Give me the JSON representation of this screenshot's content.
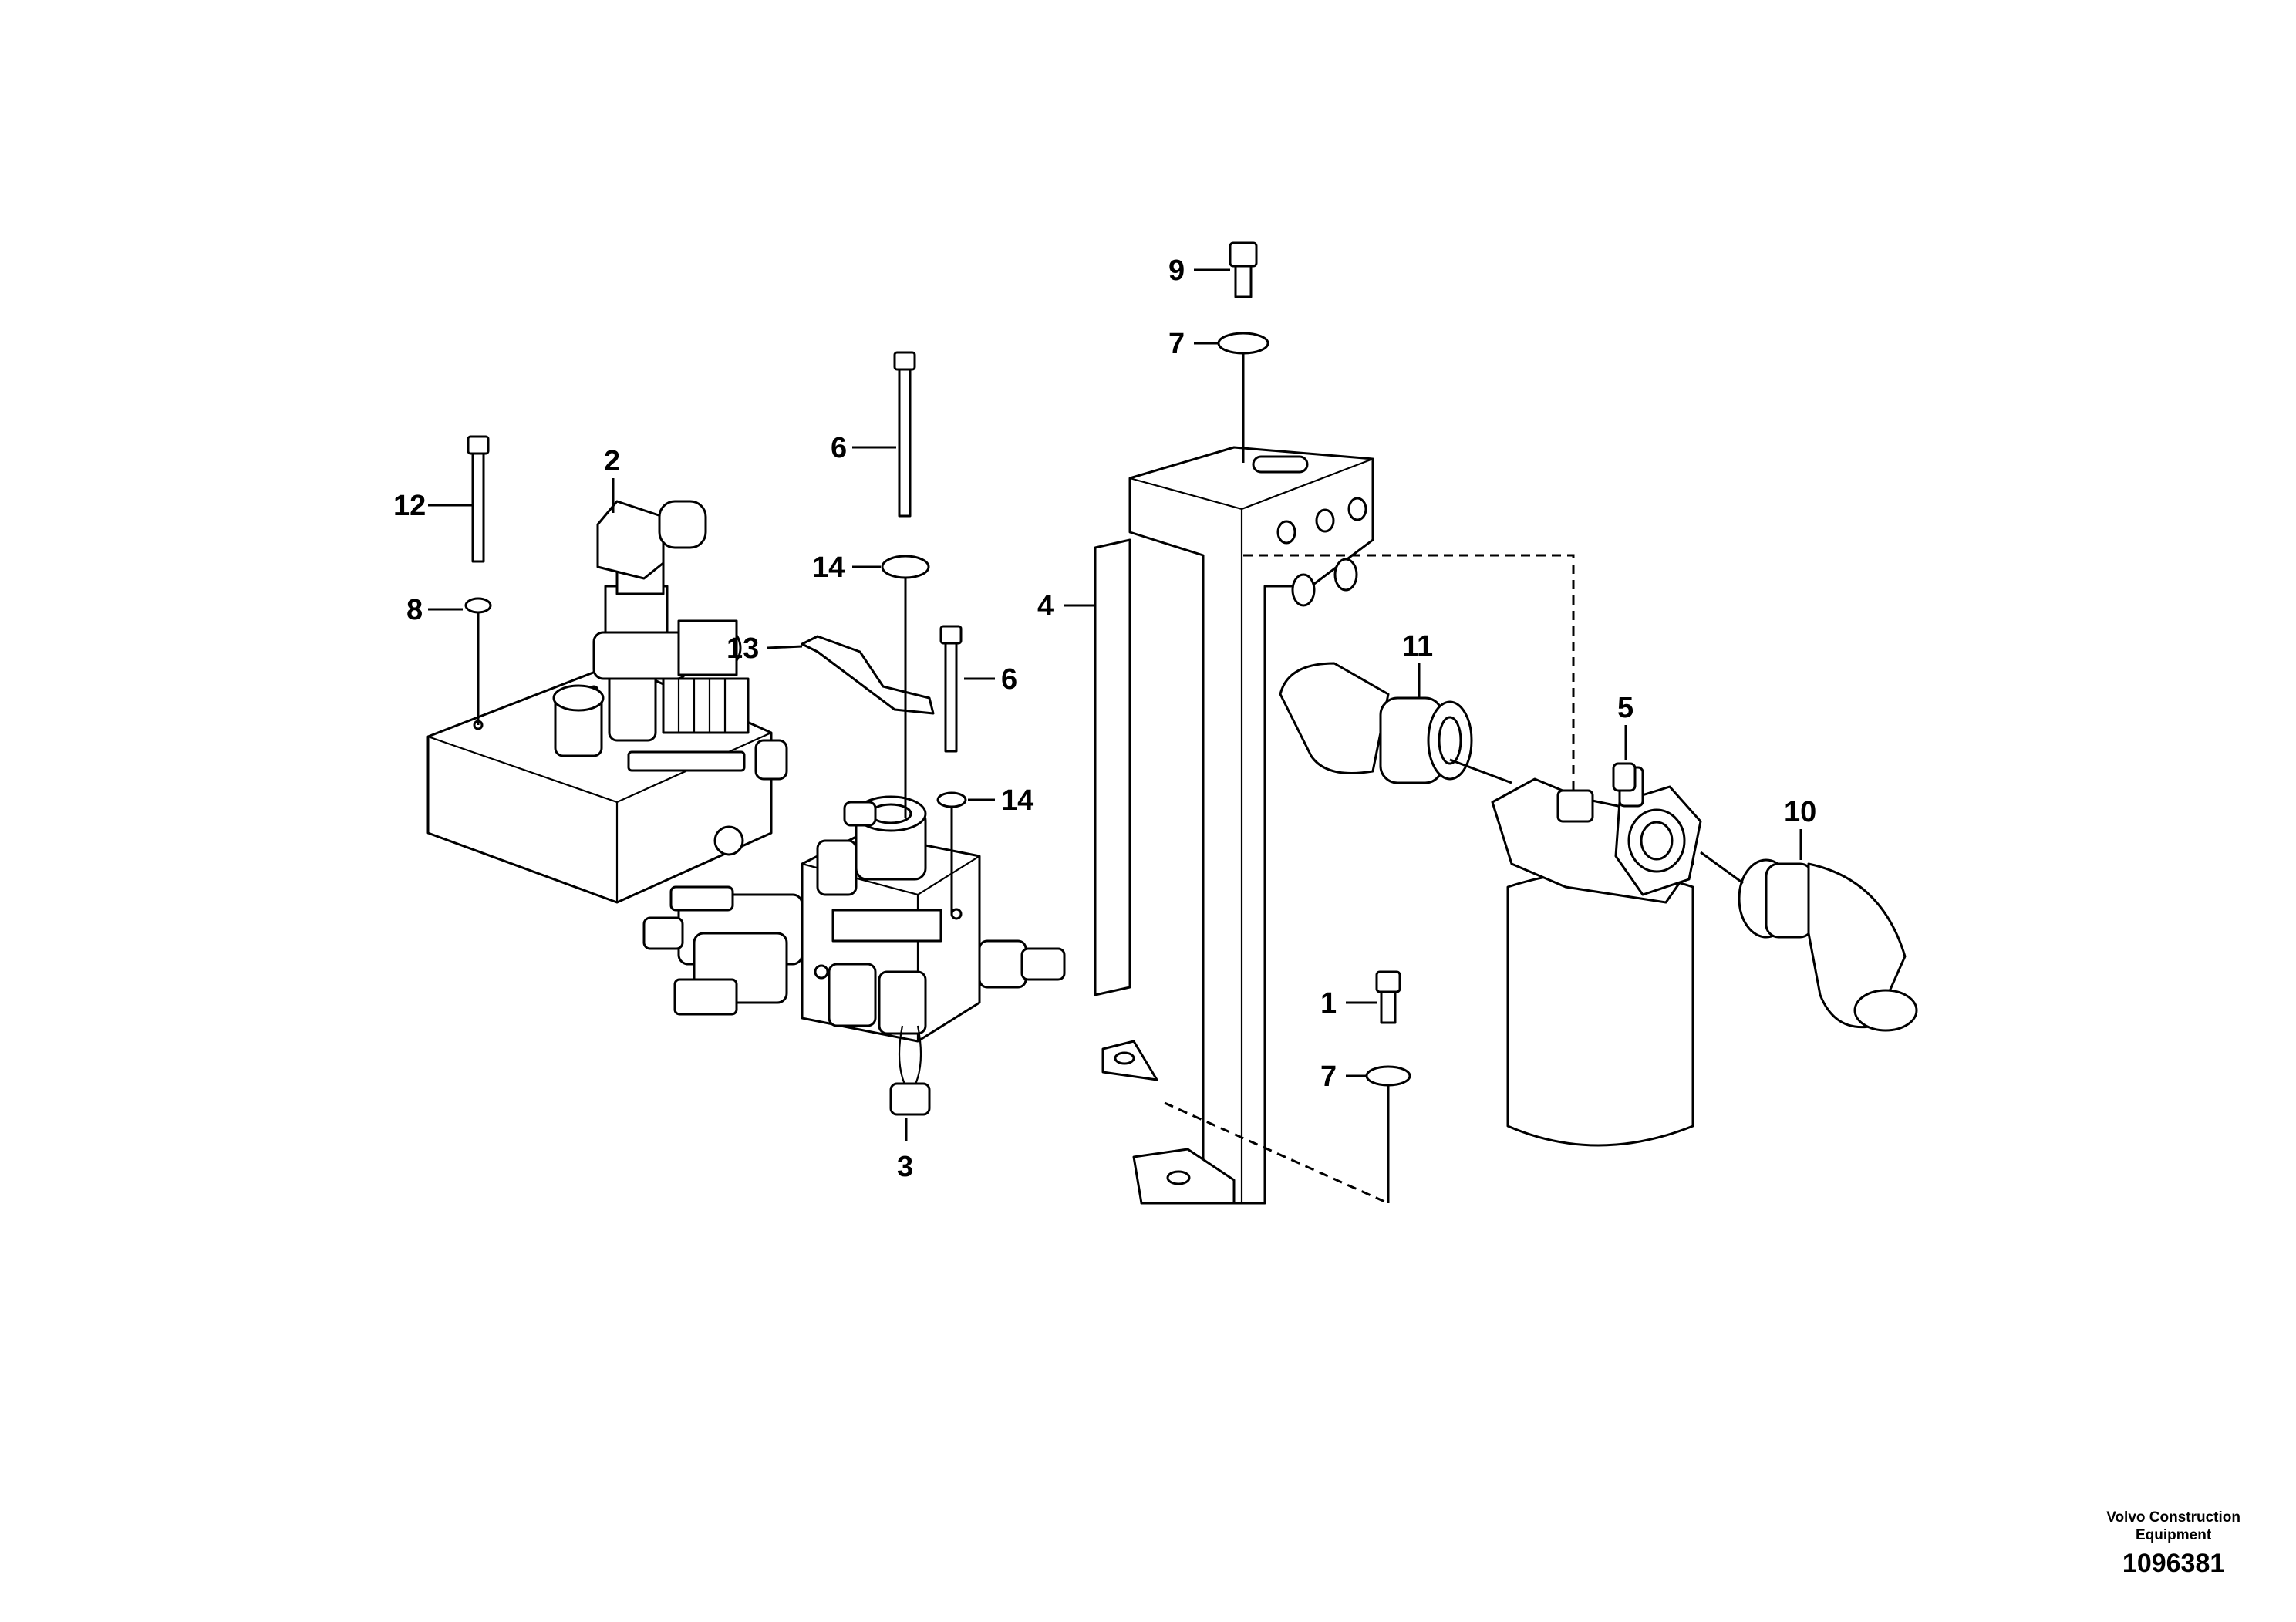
{
  "callouts": [
    {
      "id": "1",
      "label": "1"
    },
    {
      "id": "2",
      "label": "2"
    },
    {
      "id": "3",
      "label": "3"
    },
    {
      "id": "4",
      "label": "4"
    },
    {
      "id": "5",
      "label": "5"
    },
    {
      "id": "6a",
      "label": "6"
    },
    {
      "id": "6b",
      "label": "6"
    },
    {
      "id": "7a",
      "label": "7"
    },
    {
      "id": "7b",
      "label": "7"
    },
    {
      "id": "8",
      "label": "8"
    },
    {
      "id": "9",
      "label": "9"
    },
    {
      "id": "10",
      "label": "10"
    },
    {
      "id": "11",
      "label": "11"
    },
    {
      "id": "12",
      "label": "12"
    },
    {
      "id": "13",
      "label": "13"
    },
    {
      "id": "14a",
      "label": "14"
    },
    {
      "id": "14b",
      "label": "14"
    }
  ],
  "credit": {
    "brand_line1": "Volvo Construction",
    "brand_line2": "Equipment",
    "doc_number": "1096381"
  },
  "colors": {
    "line": "#000000",
    "background": "#ffffff"
  }
}
